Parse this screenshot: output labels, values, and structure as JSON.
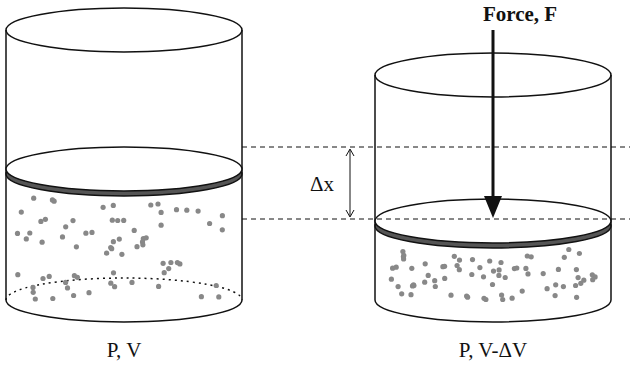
{
  "diagram": {
    "labels": [
      "Force, F",
      "Δx",
      "P, V",
      "P, V-ΔV"
    ]
  }
}
